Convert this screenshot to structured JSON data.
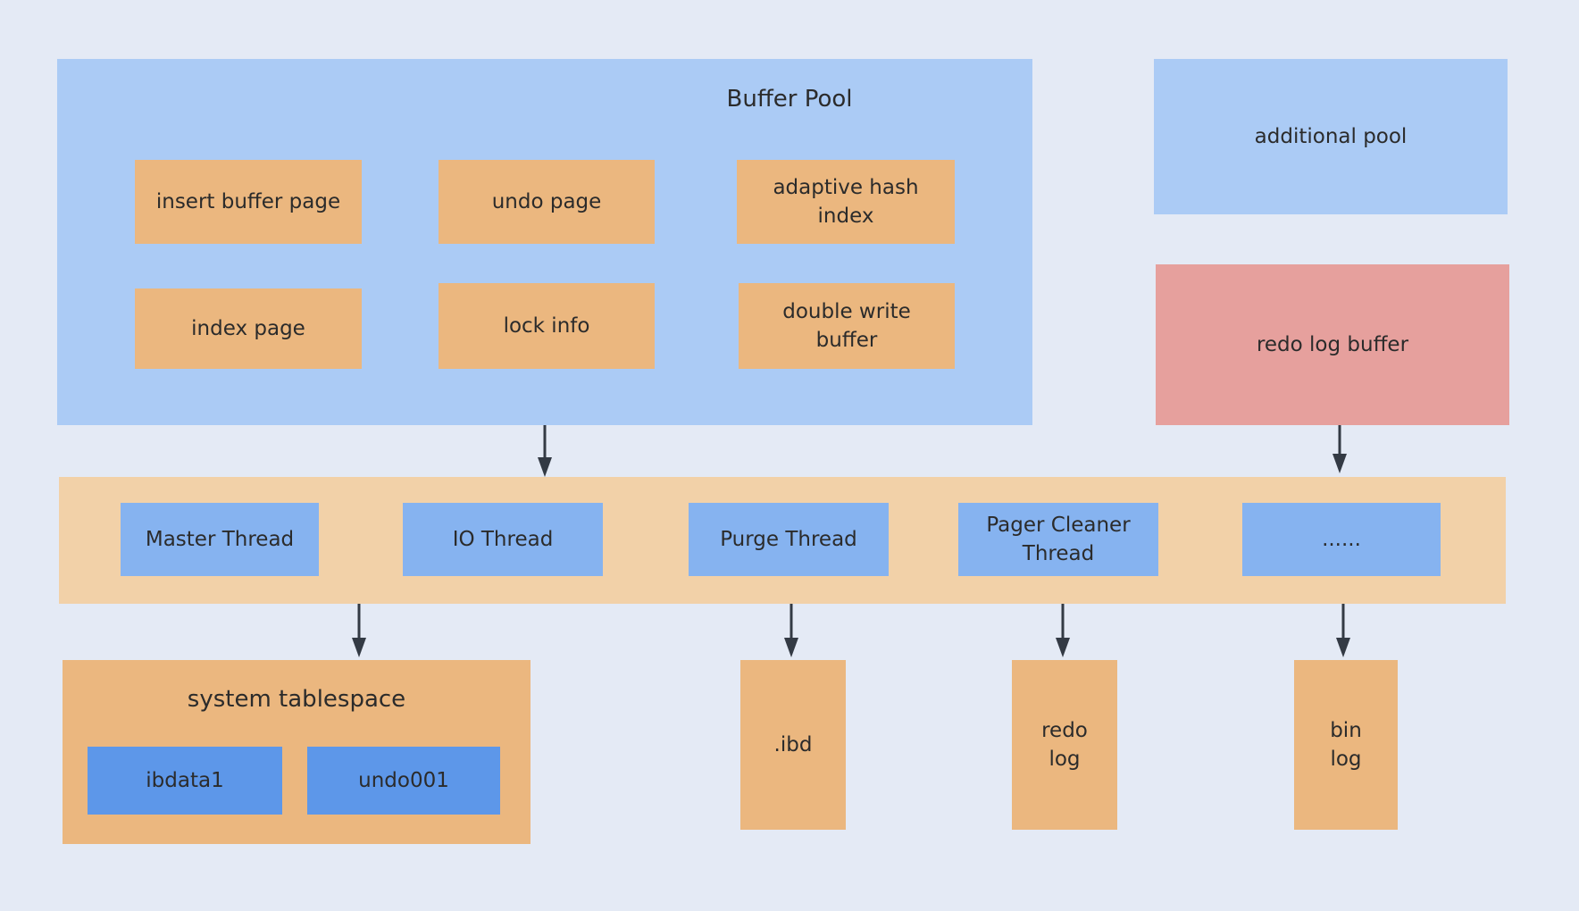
{
  "buffer_pool": {
    "title": "Buffer Pool",
    "pages": {
      "insert_buffer_page": "insert buffer page",
      "undo_page": "undo page",
      "adaptive_hash_index": "adaptive hash\nindex",
      "index_page": "index page",
      "lock_info": "lock info",
      "double_write_buffer": "double write\nbuffer"
    }
  },
  "additional_pool": "additional pool",
  "redo_log_buffer": "redo log buffer",
  "threads": {
    "master": "Master Thread",
    "io": "IO Thread",
    "purge": "Purge Thread",
    "pager_cleaner": "Pager Cleaner\nThread",
    "more": "......"
  },
  "system_tablespace": {
    "title": "system tablespace",
    "files": {
      "ibdata1": "ibdata1",
      "undo001": "undo001"
    }
  },
  "files": {
    "ibd": ".ibd",
    "redo_log": "redo\nlog",
    "bin_log": "bin\nlog"
  },
  "colors": {
    "background": "#e4eaf5",
    "buffer_pool": "#abcbf5",
    "page": "#ebb77f",
    "thread": "#86b3f0",
    "tablespace_file": "#5d97e9",
    "redo_log_buffer": "#e6a09d",
    "thread_band": "#f2d1a8",
    "arrow": "#333a44"
  }
}
